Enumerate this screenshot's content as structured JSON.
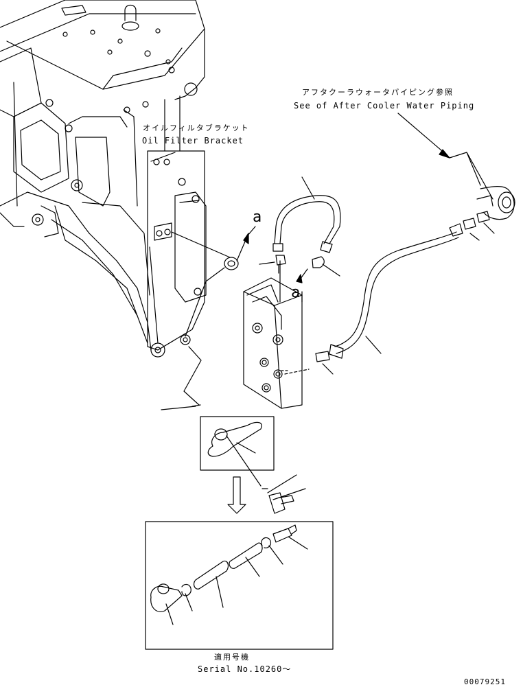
{
  "labels": {
    "aftercooler_ref_jp": "アフタクーラウォータパイピング参照",
    "aftercooler_ref_en": "See of After Cooler Water Piping",
    "oil_filter_bracket_jp": "オイルフィルタブラケット",
    "oil_filter_bracket_en": "Oil Filter Bracket",
    "callout_a_upper": "a",
    "callout_a_lower": "a",
    "serial_jp": "適用号機",
    "serial_en": "Serial No.10260～",
    "drawing_number": "00079251"
  }
}
